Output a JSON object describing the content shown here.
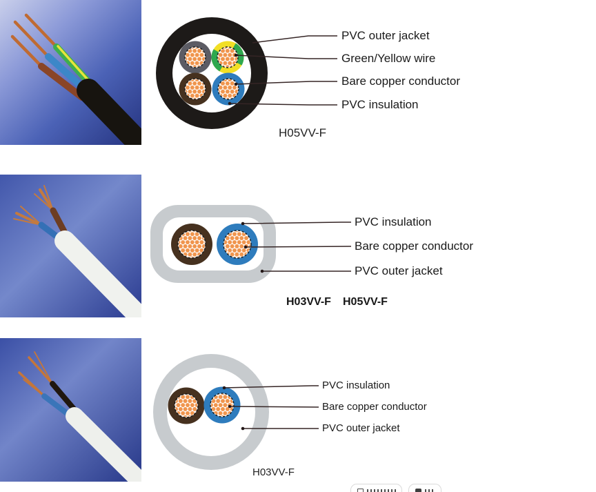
{
  "colors": {
    "copper": "#f0954d",
    "jacket_black": "#1d1a18",
    "jacket_gray": "#c7cbce",
    "insulation_gray": "#5c5c64",
    "insulation_brown": "#46311f",
    "insulation_blue": "#2e7cbd",
    "green": "#2fa84f",
    "yellow": "#f2df25",
    "leader_line": "#352525",
    "label_text": "#1a1a1a"
  },
  "sections": [
    {
      "caption": "H05VV-F",
      "photo_alt": "black round cable with stripped brown, blue and green/yellow wires on blue background",
      "labels": [
        "PVC outer jacket",
        "Green/Yellow wire",
        "Bare copper conductor",
        "PVC insulation"
      ]
    },
    {
      "captions": [
        "H03VV-F",
        "H05VV-F"
      ],
      "photo_alt": "flat white cable with stripped brown and blue wires on blue background",
      "labels": [
        "PVC insulation",
        "Bare copper conductor",
        "PVC outer jacket"
      ]
    },
    {
      "caption": "H03VV-F",
      "photo_alt": "round white cable with stripped black and blue wires on blue background",
      "labels": [
        "PVC insulation",
        "Bare copper conductor",
        "PVC outer jacket"
      ]
    }
  ],
  "footer": {
    "buttons": [
      {
        "icon": "crop-frame-icon"
      },
      {
        "icon": "image-icon"
      }
    ]
  }
}
